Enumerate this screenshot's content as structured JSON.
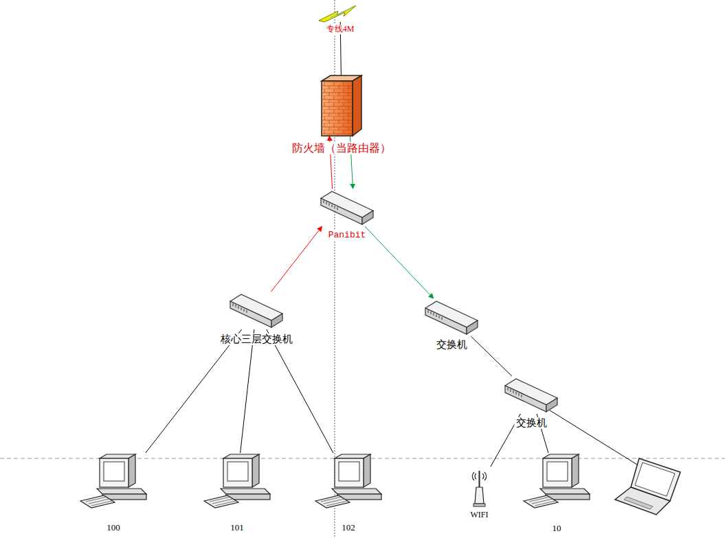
{
  "diagram": {
    "nodes": [
      {
        "text": [
          "专线4M"
        ]
      },
      {
        "text": [
          "防火墙（当路由器）"
        ]
      },
      {
        "text": [
          "Panibit"
        ]
      },
      {
        "text": [
          "核心三层交换机"
        ]
      },
      {
        "text": [
          "交换机"
        ]
      },
      {
        "text": [
          "交换机"
        ]
      },
      {
        "text": [
          "100"
        ]
      },
      {
        "text": [
          "101"
        ]
      },
      {
        "text": [
          "102"
        ]
      },
      {
        "text": [
          "WIFI"
        ]
      },
      {
        "text": [
          "10"
        ]
      }
    ],
    "edges": [
      {
        "from": 0,
        "to": 1,
        "arrow": "none"
      },
      {
        "from": 1,
        "to": 2,
        "arrow": "to"
      },
      {
        "from": 2,
        "to": 1,
        "arrow": "to"
      },
      {
        "from": 3,
        "to": 2,
        "arrow": "to"
      },
      {
        "from": 2,
        "to": 4,
        "arrow": "to"
      },
      {
        "from": 4,
        "to": 5,
        "arrow": "none"
      },
      {
        "from": 3,
        "to": 6,
        "arrow": "none"
      },
      {
        "from": 3,
        "to": 7,
        "arrow": "none"
      },
      {
        "from": 3,
        "to": 8,
        "arrow": "none"
      },
      {
        "from": 5,
        "to": 9,
        "arrow": "none"
      },
      {
        "from": 5,
        "to": 10,
        "arrow": "none"
      }
    ]
  }
}
